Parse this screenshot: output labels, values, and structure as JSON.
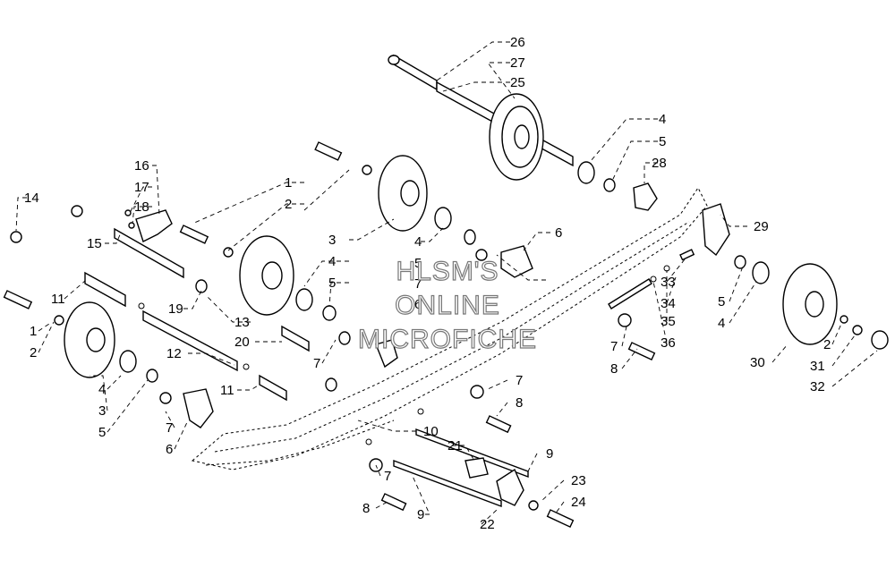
{
  "diagram": {
    "callouts": [
      "1",
      "2",
      "3",
      "4",
      "5",
      "6",
      "7",
      "8",
      "9",
      "10",
      "11",
      "12",
      "13",
      "14",
      "15",
      "16",
      "17",
      "18",
      "19",
      "20",
      "21",
      "22",
      "23",
      "24",
      "25",
      "26",
      "27",
      "28",
      "29",
      "30",
      "31",
      "32",
      "33",
      "34",
      "35",
      "36"
    ],
    "watermark": [
      "HLSM'S",
      "ONLINE",
      "MICROFICHE"
    ],
    "colors": {
      "line": "#000000",
      "background": "#ffffff",
      "watermark_outline": "#777777"
    }
  }
}
